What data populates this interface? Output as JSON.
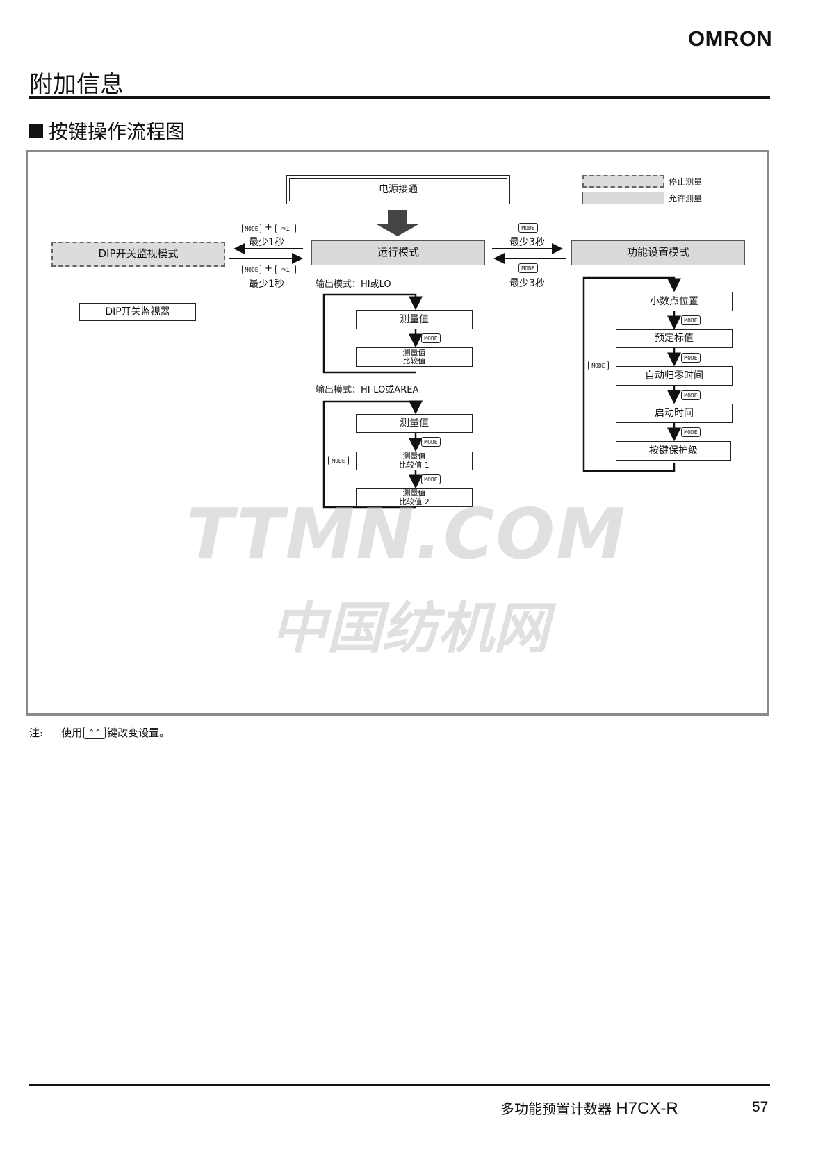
{
  "header": {
    "brand": "OMRON",
    "title": "附加信息"
  },
  "section": {
    "title": "按键操作流程图"
  },
  "diagram": {
    "power_on": "电源接通",
    "legend": [
      {
        "label": "停止测量"
      },
      {
        "label": "允许测量"
      }
    ],
    "dip_mode": "DIP开关监视模式",
    "dip_monitor": "DIP开关监视器",
    "run_mode": "运行模式",
    "func_mode": "功能设置模式",
    "mode_key": "MODE",
    "left_arrow_top": {
      "plus": "+",
      "up_key": "≈1",
      "time": "最少1秒"
    },
    "left_arrow_bottom": {
      "plus": "+",
      "up_key": "≈1",
      "time": "最少1秒"
    },
    "right_arrow_top": {
      "time": "最少3秒"
    },
    "right_arrow_bottom": {
      "time": "最少3秒"
    },
    "output_hilo": {
      "label": "输出模式：HI或LO",
      "box1": "测量值",
      "box2_line1": "测量值",
      "box2_line2": "比较值"
    },
    "output_hilo_area": {
      "label": "输出模式：HI-LO或AREA",
      "box1": "测量值",
      "box2_line1": "测量值",
      "box2_line2": "比较值 1",
      "box3_line1": "测量值",
      "box3_line2": "比较值 2"
    },
    "func_items": [
      "小数点位置",
      "预定标值",
      "自动归零时间",
      "启动时间",
      "按键保护级"
    ]
  },
  "note": {
    "prefix": "注:",
    "text_before": "使用",
    "text_after": "键改变设置。"
  },
  "watermark": {
    "line1": "TTMN.COM",
    "line2": "中国纺机网"
  },
  "footer": {
    "title": "多功能预置计数器",
    "model": "H7CX-R",
    "page": "57"
  }
}
